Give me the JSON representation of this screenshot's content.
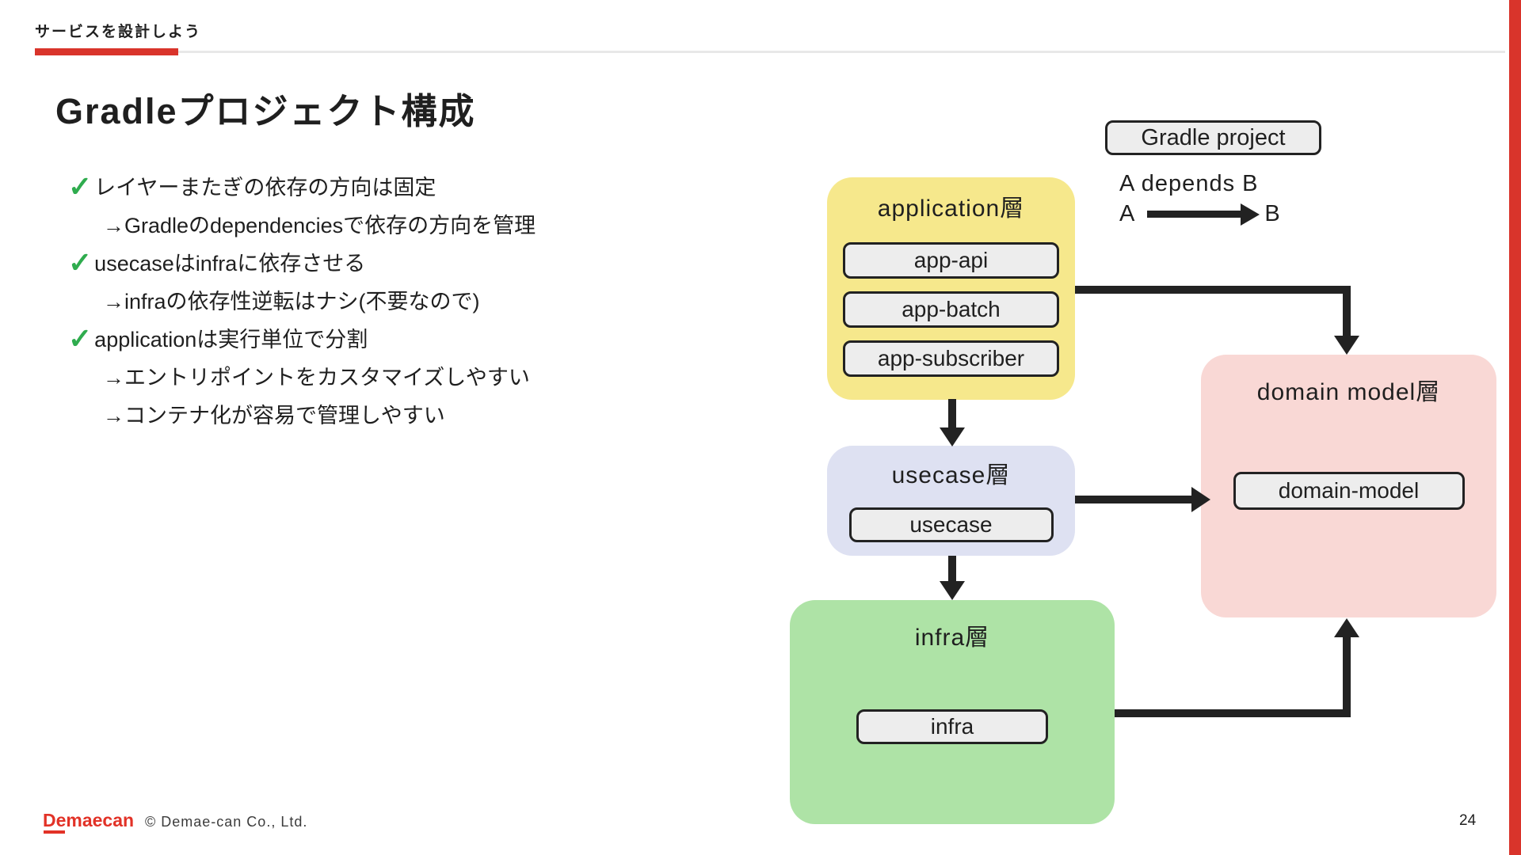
{
  "header": {
    "eyebrow": "サービスを設計しよう"
  },
  "main": {
    "title": "Gradleプロジェクト構成",
    "bullets": [
      {
        "marker": "✓",
        "text": "レイヤーまたぎの依存の方向は固定"
      },
      {
        "marker": "",
        "text": "→Gradleのdependenciesで依存の方向を管理"
      },
      {
        "marker": "✓",
        "text": "usecaseはinfraに依存させる"
      },
      {
        "marker": "",
        "text": "→infraの依存性逆転はナシ(不要なので)"
      },
      {
        "marker": "✓",
        "text": "applicationは実行単位で分割"
      },
      {
        "marker": "",
        "text": "→エントリポイントをカスタマイズしやすい"
      },
      {
        "marker": "",
        "text": "→コンテナ化が容易で管理しやすい"
      }
    ]
  },
  "legend": {
    "project_label": "Gradle project",
    "depends_caption": "A depends B",
    "from_label": "A",
    "to_label": "B"
  },
  "diagram": {
    "layers": [
      {
        "label": "application層",
        "color": "#f6e88c",
        "modules": [
          "app-api",
          "app-batch",
          "app-subscriber"
        ]
      },
      {
        "label": "usecase層",
        "color": "#dee1f2",
        "modules": [
          "usecase"
        ]
      },
      {
        "label": "infra層",
        "color": "#aee3a6",
        "modules": [
          "infra"
        ]
      },
      {
        "label": "domain model層",
        "color": "#f9d8d5",
        "modules": [
          "domain-model"
        ]
      }
    ]
  },
  "footer": {
    "logo_text": "Demaecan",
    "copyright": "© Demae-can Co., Ltd.",
    "page_number": "24"
  },
  "colors": {
    "accent_red": "#d9342b",
    "logo_red": "#e23227",
    "check_green": "#2fac4e",
    "module_fill": "#ededed",
    "stroke_dark": "#222222"
  }
}
